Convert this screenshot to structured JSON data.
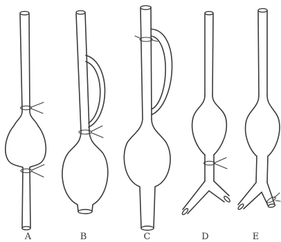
{
  "figure": {
    "panels": [
      {
        "id": "A",
        "label": "A"
      },
      {
        "id": "B",
        "label": "B"
      },
      {
        "id": "C",
        "label": "C"
      },
      {
        "id": "D",
        "label": "D"
      },
      {
        "id": "E",
        "label": "E"
      }
    ]
  }
}
